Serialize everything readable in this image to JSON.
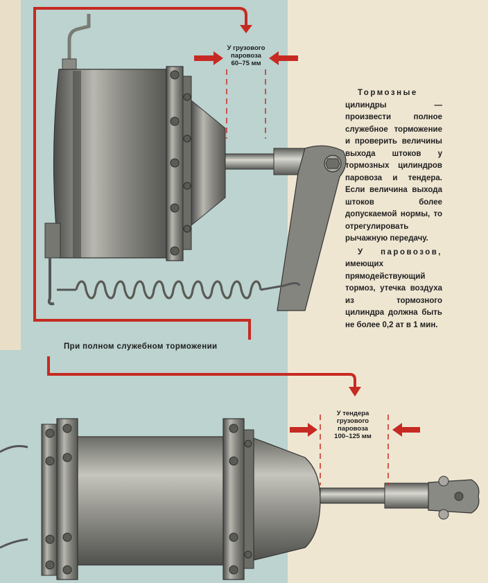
{
  "image": {
    "colors": {
      "paper": "#efe6d2",
      "panel_blue": "#bcd3cf",
      "arrow_red": "#c62a22",
      "metal": "#8e8e88",
      "text": "#1f1f1f"
    }
  },
  "labels": {
    "top_caption": "При полном служебном торможении",
    "top_stroke_note": "У грузового\nпаровоза\n60–75 мм",
    "bottom_stroke_note": "У тендера\nгрузового\nпаровоза\n100–125 мм"
  },
  "text": {
    "p1_lead": "Тормозные",
    "p1_rest": " цилиндры — произвести полное служебное торможение и проверить величины выхода штоков у тормозных цилиндров паровоза и тендера. Если величина выхода штоков более допускаемой нормы, то отрегулировать рычажную передачу.",
    "p2_lead": "У паровозов,",
    "p2_rest": " имеющих прямодействующий тормоз, утечка воздуха из тормозного цилиндра должна быть не более 0,2 ат в 1 мин."
  }
}
